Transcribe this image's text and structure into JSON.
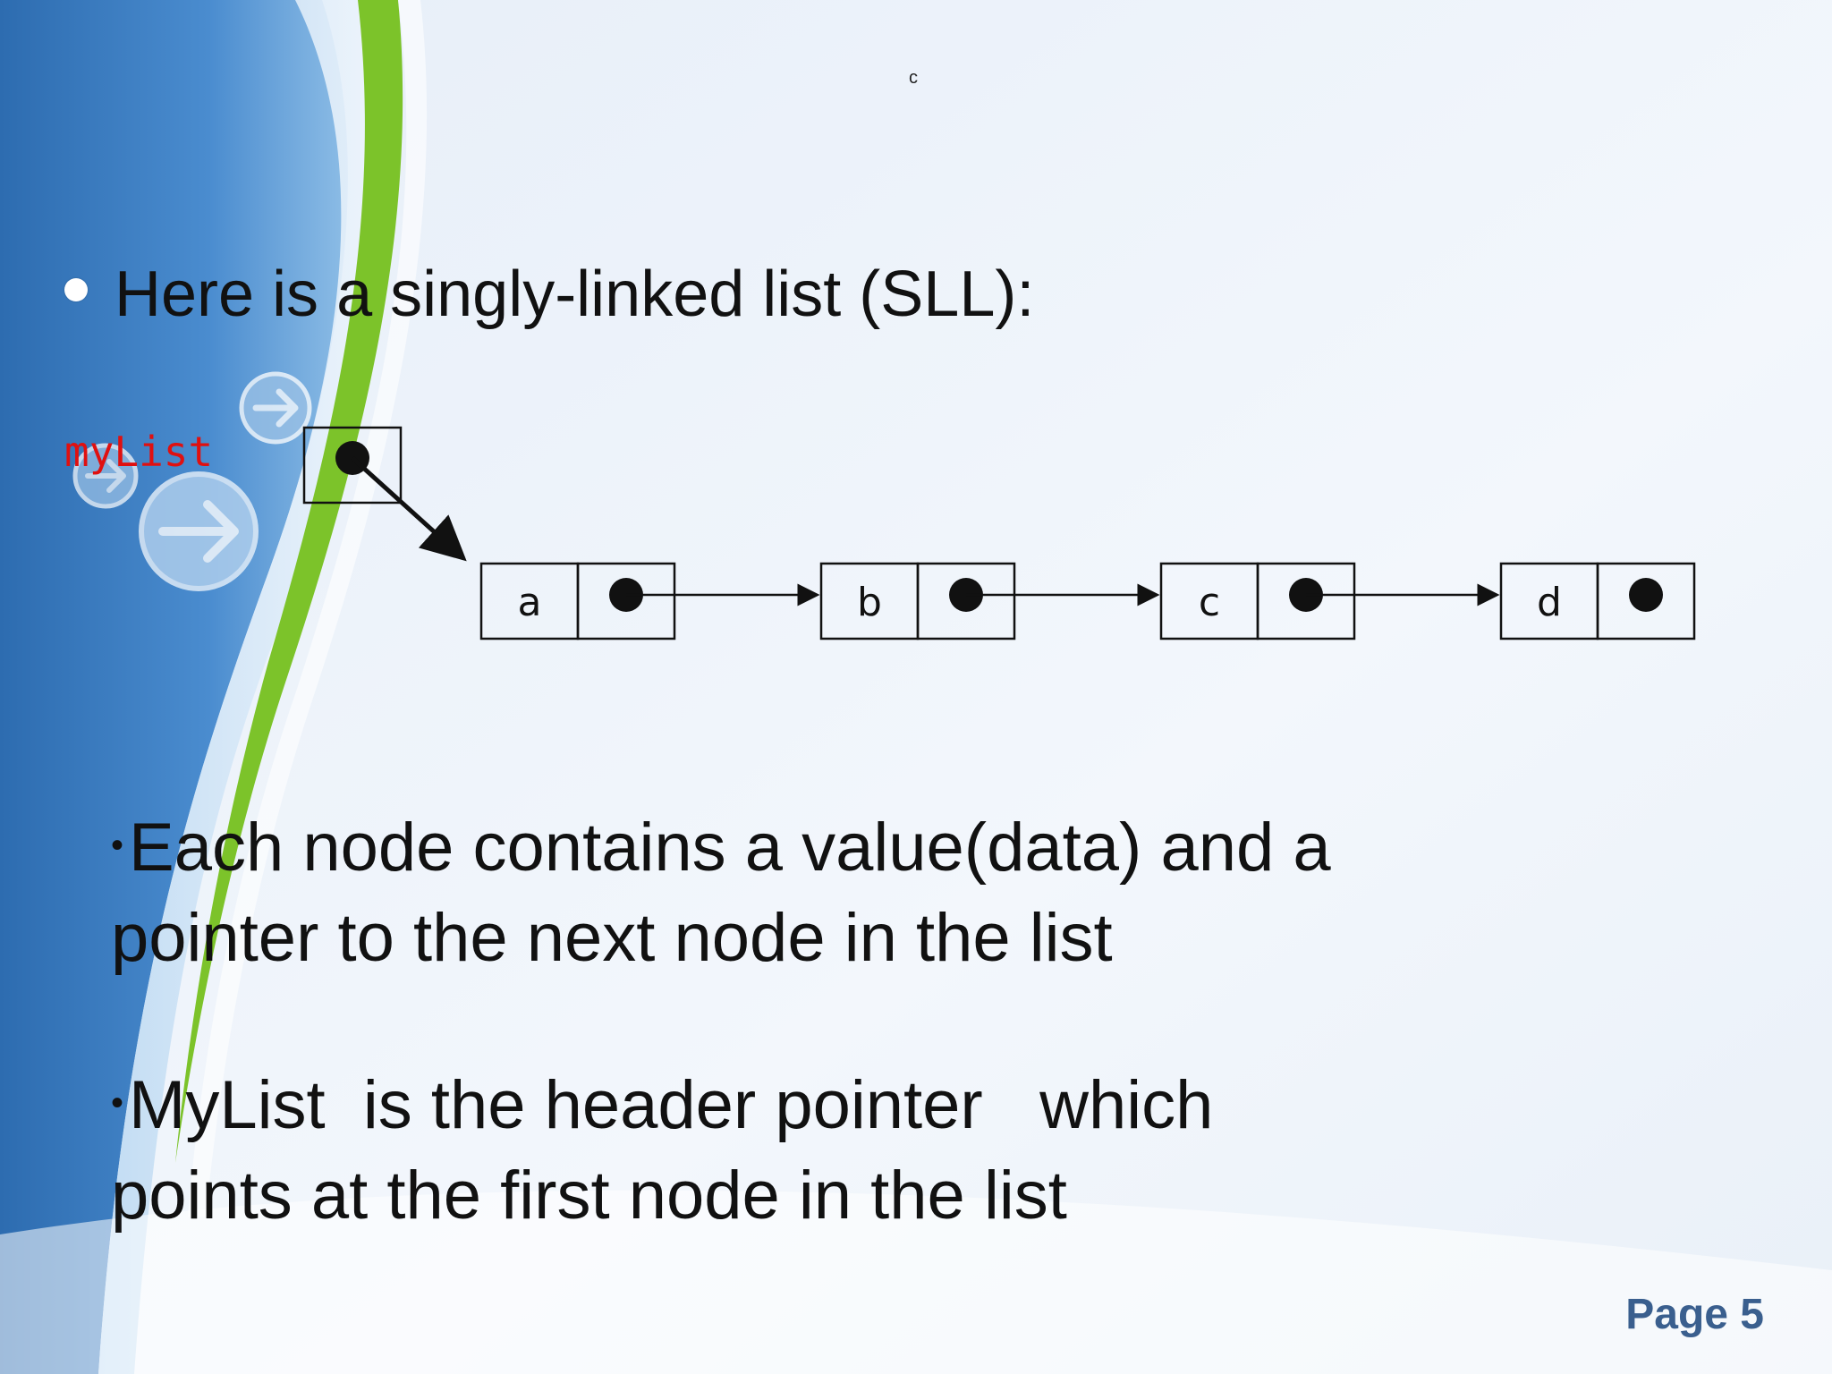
{
  "slide": {
    "tiny_label": "c",
    "bullet_main": "Here is a singly-linked list (SLL):",
    "pointer_label": "myList",
    "nodes": [
      "a",
      "b",
      "c",
      "d"
    ],
    "paragraph1_line1": "Each node contains a value(data) and a",
    "paragraph1_line2": "pointer to the next node in the list",
    "paragraph2_line1": "MyList  is the header pointer   which",
    "paragraph2_line2": "points at the first node in the list",
    "page_label": "Page 5"
  },
  "colors": {
    "pointer_label": "#e01010",
    "page_label": "#3a5f8e",
    "swoosh_blue": "#2e6db0",
    "swoosh_green": "#7cc32a"
  },
  "icons": [
    "arrow-circle-icon",
    "arrow-circle-icon",
    "arrow-circle-icon"
  ]
}
